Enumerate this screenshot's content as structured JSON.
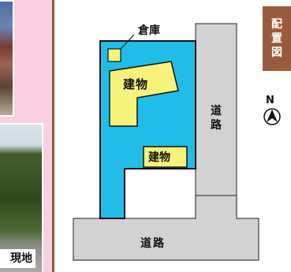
{
  "photo_caption": "現地",
  "badge": [
    "配",
    "置",
    "図"
  ],
  "labels": {
    "storage": "倉庫",
    "building_1": "建物",
    "building_2": "建物",
    "road_right": [
      "道",
      "路"
    ],
    "road_bottom": "道路",
    "north": "N"
  },
  "colors": {
    "lot": "#21bde8",
    "building": "#f7f27a",
    "road": "#d2d2d2",
    "badge": "#9a5b3c",
    "left_panel": "#f7cfe0"
  }
}
